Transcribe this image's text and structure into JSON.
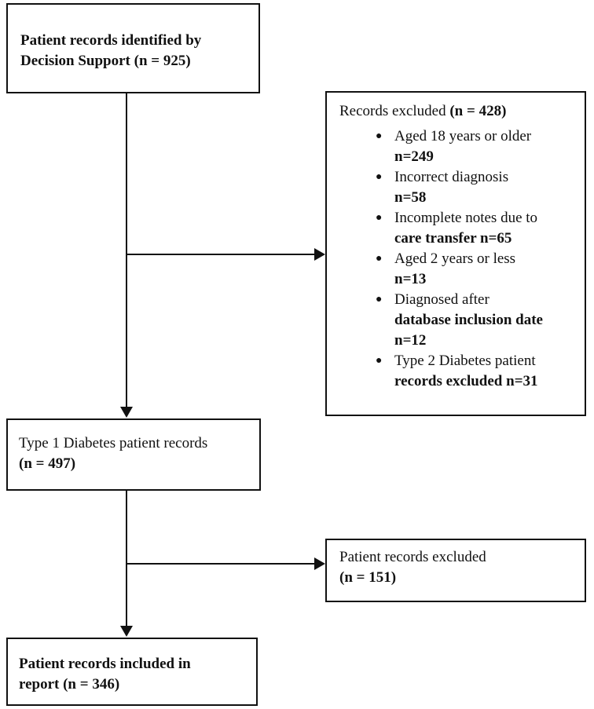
{
  "boxes": {
    "identified": {
      "line1": "Patient records identified by",
      "line2": "Decision Support (n = 925)"
    },
    "excluded_1": {
      "title_prefix": "Records excluded ",
      "title_count": "(n = 428)",
      "items": [
        {
          "text": "Aged 18 years or older",
          "count": "n=249"
        },
        {
          "text": "Incorrect diagnosis",
          "count": "n=58"
        },
        {
          "text": "Incomplete notes due to",
          "count": "care transfer n=65"
        },
        {
          "text": "Aged 2 years or less",
          "count": "n=13"
        },
        {
          "text": "Diagnosed after",
          "text2": "database inclusion date",
          "count": "n=12"
        },
        {
          "text": "Type 2 Diabetes patient",
          "count": "records excluded n=31"
        }
      ]
    },
    "type1": {
      "line1": "Type 1 Diabetes patient records",
      "line2": "(n = 497)"
    },
    "excluded_2": {
      "line1": "Patient records excluded",
      "line2": "(n = 151)"
    },
    "included": {
      "line1": "Patient records included in",
      "line2": "report (n = 346)"
    }
  },
  "bullet_glyph": "●"
}
